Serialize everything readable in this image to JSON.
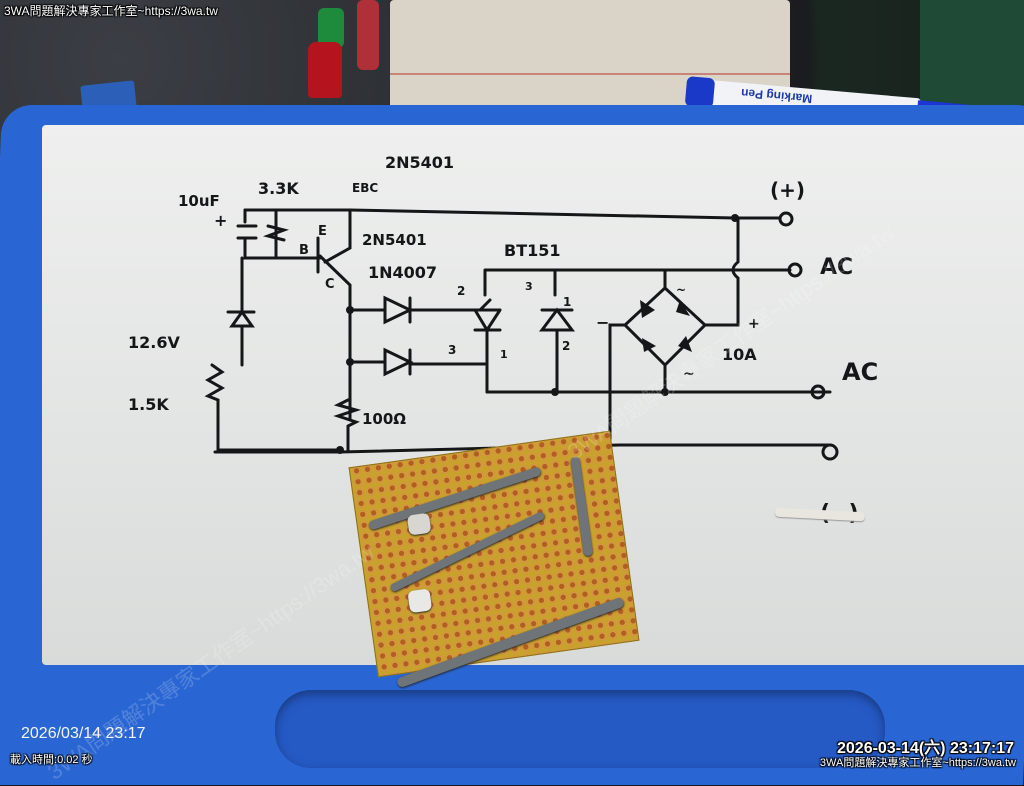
{
  "overlay": {
    "top_brand": "3WA問題解決專家工作室~https://3wa.tw",
    "camera_date": "2026/03/14 23:17",
    "load_time_label": "載入時間:",
    "load_time_value": "0.02 秒",
    "timestamp": "2026-03-14(六) 23:17:17",
    "bottom_brand": "3WA問題解決專家工作室~https://3wa.tw",
    "watermark": "3WA問題解決專家工作室~https://3wa.tw"
  },
  "whiteboard": {
    "labels": {
      "transistor_header": "2N5401",
      "pinout": "EBC",
      "capacitor": "10uF",
      "cap_plus": "+",
      "resistor_top": "3.3K",
      "emitter": "E",
      "base": "B",
      "collector": "C",
      "transistor": "2N5401",
      "diode": "1N4007",
      "scr": "BT151",
      "zener": "12.6V",
      "resistor_left": "1.5K",
      "resistor_bottom": "100Ω",
      "bridge_rating": "10A",
      "bridge_minus": "−",
      "bridge_plus": "+",
      "bridge_ac_tilde_top": "~",
      "bridge_ac_tilde_bottom": "~",
      "terminal_positive": "(+)",
      "terminal_ac1": "AC",
      "terminal_ac2": "AC",
      "terminal_negative": "(−)",
      "pin_2a": "2",
      "pin_3": "3",
      "pin_1a": "1",
      "pin_1b": "1",
      "pin_2b": "2",
      "pin_3b": "3"
    }
  },
  "objects": {
    "marker_label": "Marking Pen",
    "pcb_label": "perfboard circuit"
  }
}
